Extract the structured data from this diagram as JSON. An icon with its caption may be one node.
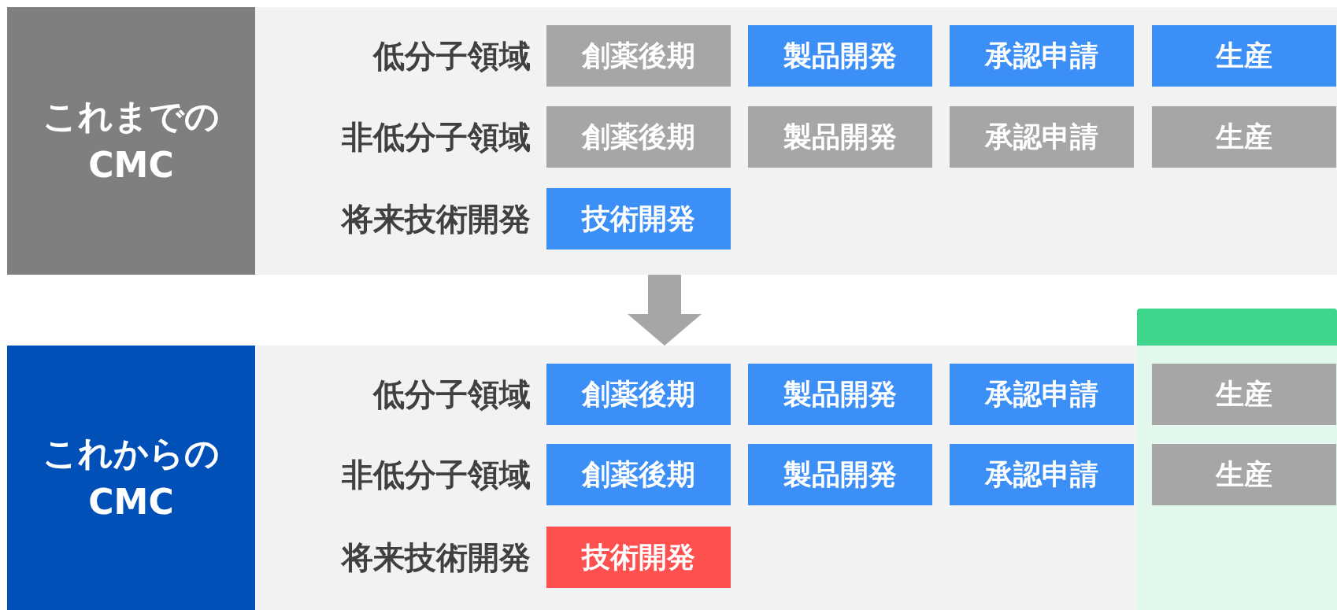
{
  "diagram": {
    "nodes": [
      {
        "text": [
          "これまでのCMC"
        ]
      },
      {
        "text": [],
        "shape": "box"
      },
      {
        "text": [
          "創薬後期"
        ],
        "in": 1
      },
      {
        "text": [
          "製品開発"
        ],
        "in": 1
      },
      {
        "text": [
          "承認申請"
        ],
        "in": 1
      },
      {
        "text": [
          "生産"
        ],
        "in": 1
      },
      {
        "text": [
          "創薬後期"
        ],
        "in": 1
      },
      {
        "text": [
          "製品開発"
        ],
        "in": 1
      },
      {
        "text": [
          "承認申請"
        ],
        "in": 1
      },
      {
        "text": [
          "生産"
        ],
        "in": 1
      },
      {
        "text": [
          "技術開発"
        ],
        "in": 1
      },
      {
        "text": [
          "これからのCMC"
        ]
      },
      {
        "text": [],
        "shape": "box"
      },
      {
        "text": [],
        "shape": "bar"
      },
      {
        "text": [],
        "shape": "box",
        "in": 12
      },
      {
        "text": [
          "創薬後期"
        ],
        "in": 12
      },
      {
        "text": [
          "製品開発"
        ],
        "in": 12
      },
      {
        "text": [
          "承認申請"
        ],
        "in": 12
      },
      {
        "text": [
          "生産"
        ],
        "in": 14
      },
      {
        "text": [
          "創薬後期"
        ],
        "in": 12
      },
      {
        "text": [
          "製品開発"
        ],
        "in": 12
      },
      {
        "text": [
          "承認申請"
        ],
        "in": 12
      },
      {
        "text": [
          "生産"
        ],
        "in": 14
      },
      {
        "text": [
          "技術開発"
        ],
        "in": 12
      }
    ],
    "edges": [
      {
        "from": 1,
        "to": 12,
        "arrow": "to"
      }
    ],
    "labels": [
      "低分子領域",
      "非低分子領域",
      "将来技術開発",
      "低分子領域",
      "非低分子領域",
      "将来技術開発"
    ]
  }
}
